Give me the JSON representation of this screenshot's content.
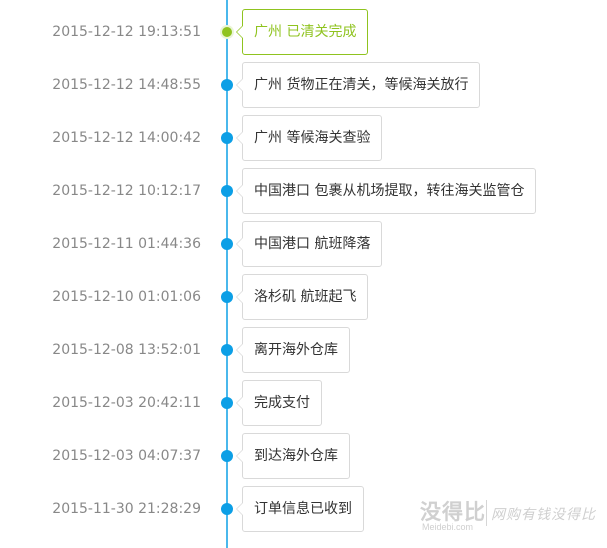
{
  "timeline": {
    "entries": [
      {
        "time": "2015-12-12 19:13:51",
        "status": "广州 已清关完成"
      },
      {
        "time": "2015-12-12 14:48:55",
        "status": "广州 货物正在清关，等候海关放行"
      },
      {
        "time": "2015-12-12 14:00:42",
        "status": "广州 等候海关查验"
      },
      {
        "time": "2015-12-12 10:12:17",
        "status": "中国港口 包裹从机场提取，转往海关监管仓"
      },
      {
        "time": "2015-12-11 01:44:36",
        "status": "中国港口 航班降落"
      },
      {
        "time": "2015-12-10 01:01:06",
        "status": "洛杉矶 航班起飞"
      },
      {
        "time": "2015-12-08 13:52:01",
        "status": "离开海外仓库"
      },
      {
        "time": "2015-12-03 20:42:11",
        "status": "完成支付"
      },
      {
        "time": "2015-12-03 04:07:37",
        "status": "到达海外仓库"
      },
      {
        "time": "2015-11-30 21:28:29",
        "status": "订单信息已收到"
      }
    ]
  },
  "colors": {
    "timeline_line": "#4ab8ec",
    "dot": "#0c9fe6",
    "latest": "#8fc31f",
    "time_text": "#888888",
    "box_border": "#d9d9d9"
  },
  "watermark": {
    "logo": "没得比",
    "domain": "Meidebi.com",
    "slogan": "网购有钱没得比"
  }
}
